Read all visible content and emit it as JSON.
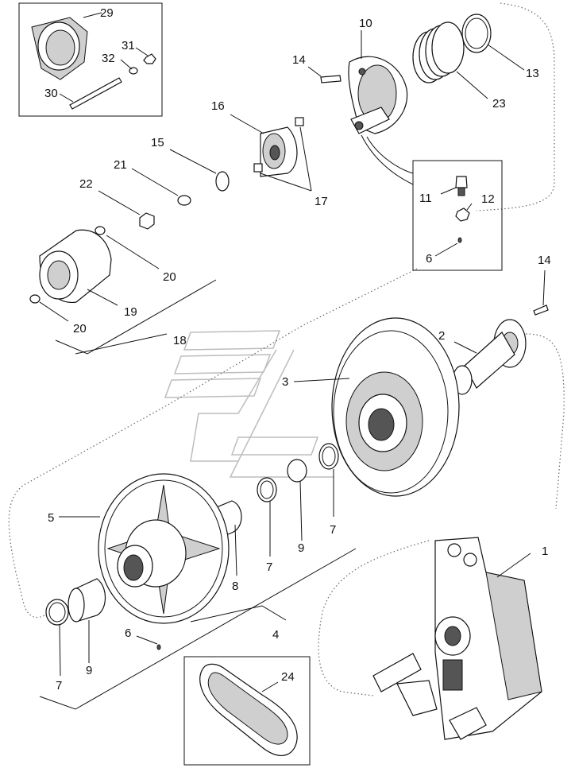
{
  "callouts": {
    "c1": "1",
    "c2": "2",
    "c3": "3",
    "c4": "4",
    "c5": "5",
    "c6a": "6",
    "c6b": "6",
    "c7a": "7",
    "c7b": "7",
    "c7c": "7",
    "c8": "8",
    "c9a": "9",
    "c9b": "9",
    "c10": "10",
    "c11": "11",
    "c12": "12",
    "c13": "13",
    "c14a": "14",
    "c14b": "14",
    "c15": "15",
    "c16": "16",
    "c17": "17",
    "c18": "18",
    "c19": "19",
    "c20a": "20",
    "c20b": "20",
    "c21": "21",
    "c22": "22",
    "c23": "23",
    "c24": "24",
    "c29": "29",
    "c30": "30",
    "c31": "31",
    "c32": "32"
  }
}
